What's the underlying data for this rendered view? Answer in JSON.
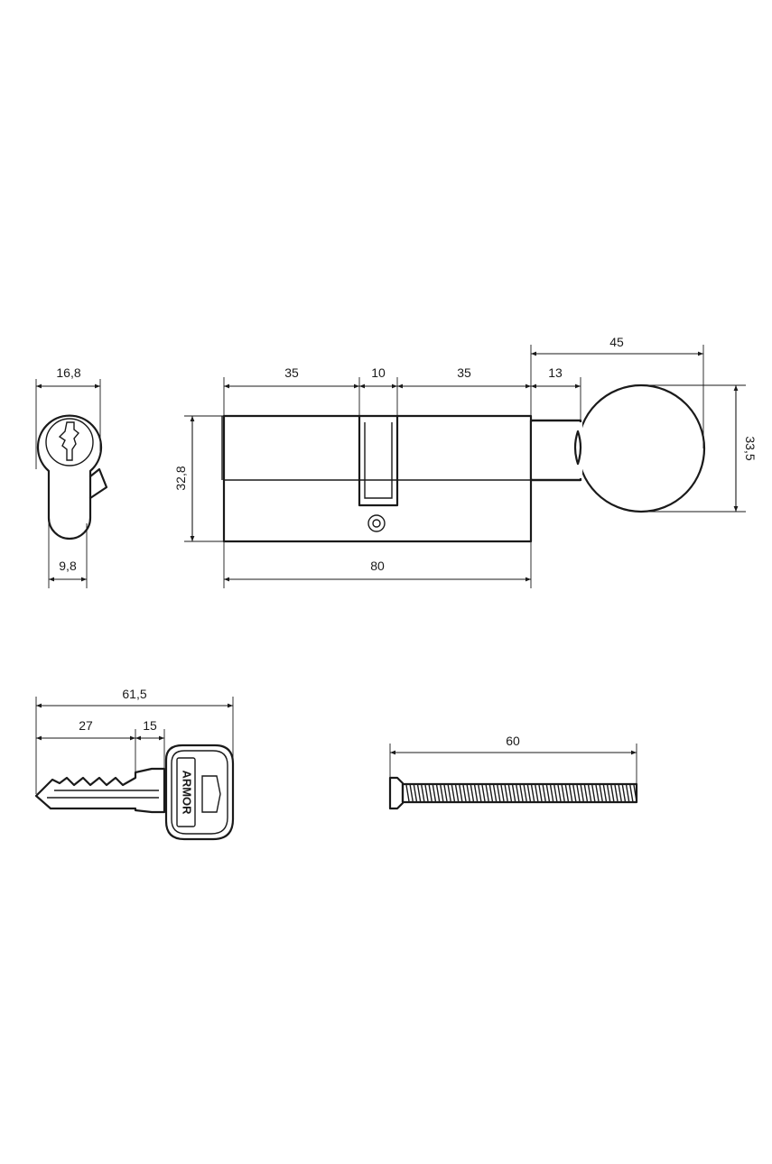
{
  "dimensions": {
    "front_width": "16,8",
    "front_bottom_width": "9,8",
    "height": "32,8",
    "left_length": "35",
    "cam_width": "10",
    "right_length": "35",
    "total_length": "80",
    "knob_offset": "13",
    "knob_length": "45",
    "knob_diameter": "33,5",
    "key_total": "61,5",
    "key_blade": "27",
    "key_shoulder": "15",
    "screw_length": "60"
  },
  "key_brand": "ARMOR",
  "colors": {
    "line": "#1a1a1a",
    "background": "#ffffff"
  }
}
